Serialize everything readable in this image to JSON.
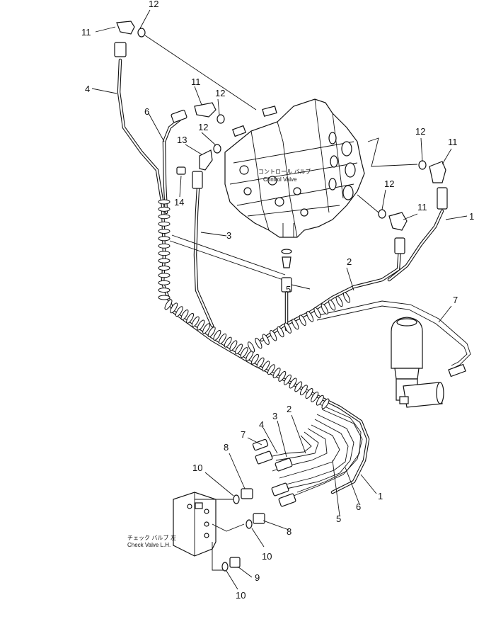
{
  "diagram": {
    "control_valve_label": {
      "jp": "コントロール バルブ",
      "en": "Control Valve"
    },
    "check_valve_label": {
      "jp": "チェック バルブ 左",
      "en": "Check Valve L.H."
    },
    "callouts": [
      "1",
      "1",
      "2",
      "2",
      "3",
      "3",
      "4",
      "4",
      "5",
      "5",
      "6",
      "6",
      "7",
      "7",
      "8",
      "8",
      "9",
      "10",
      "10",
      "10",
      "11",
      "11",
      "11",
      "11",
      "12",
      "12",
      "12",
      "12",
      "12",
      "13",
      "14"
    ]
  }
}
